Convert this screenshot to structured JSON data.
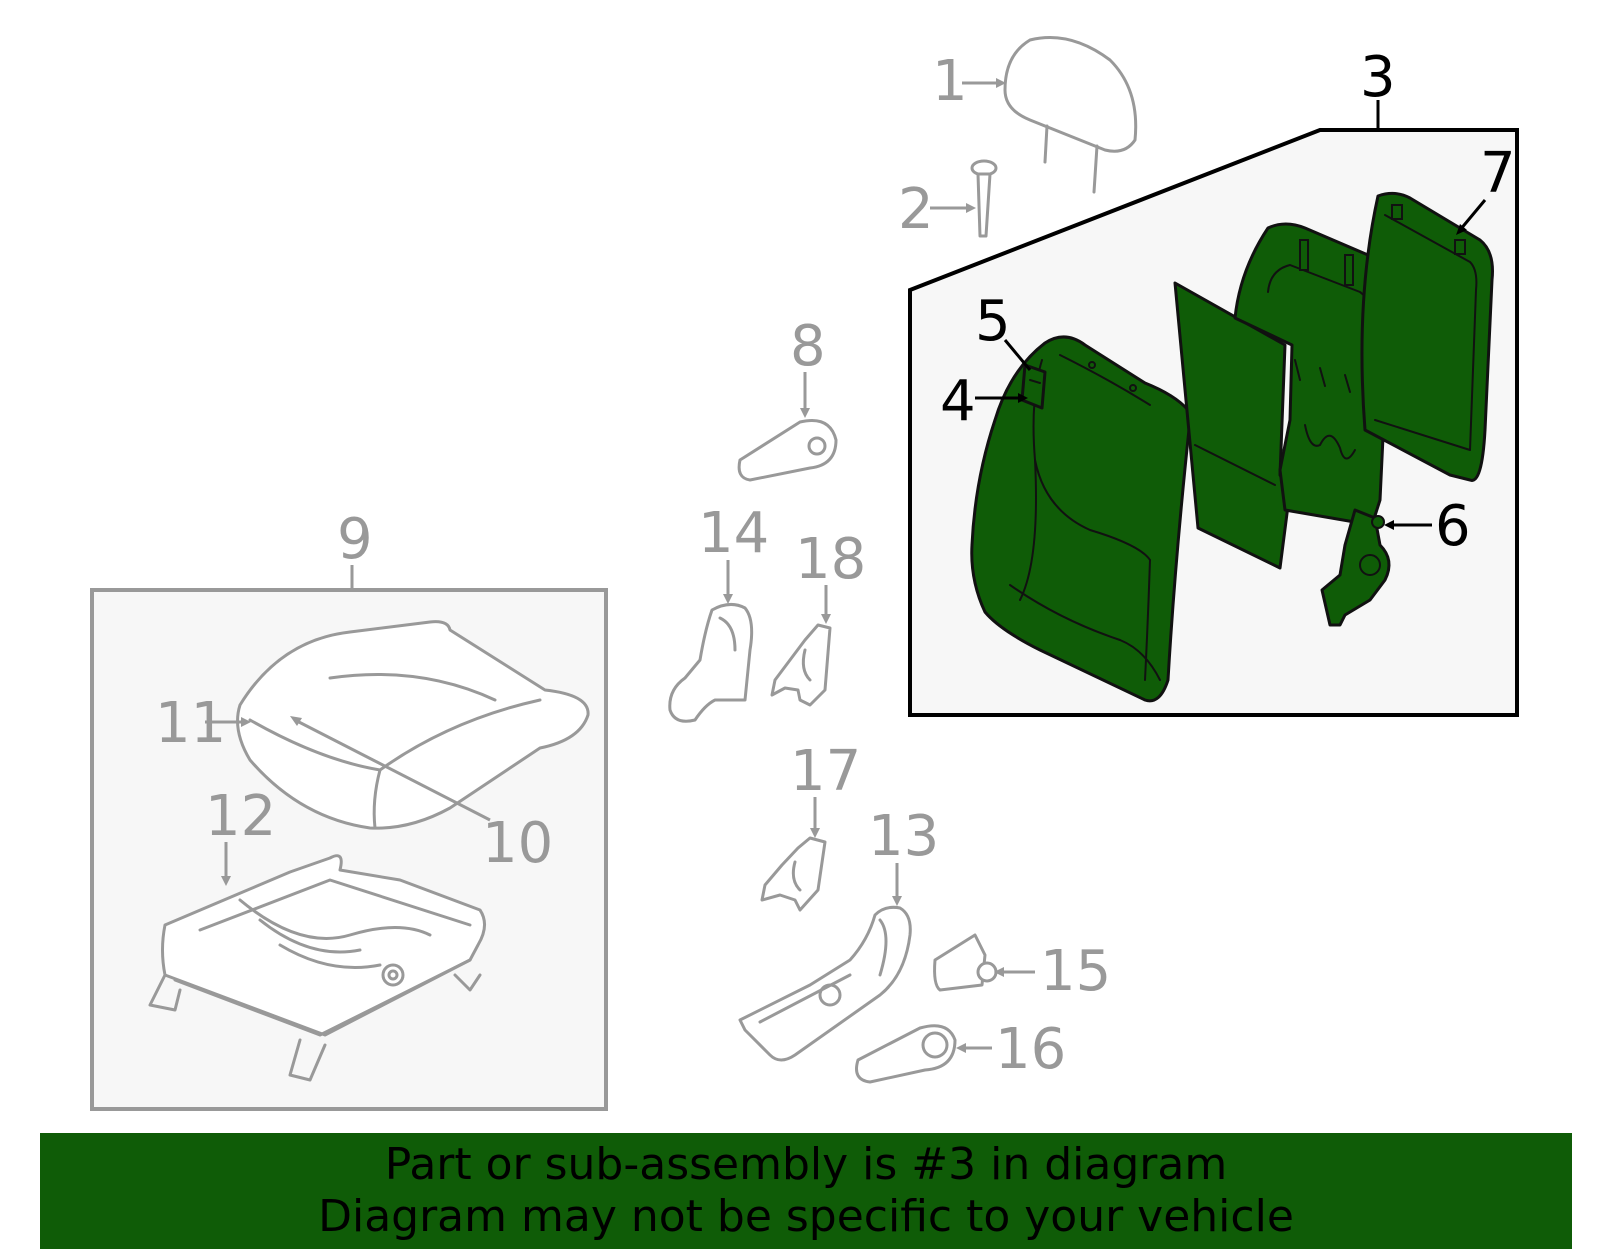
{
  "colors": {
    "highlight": "#0f5c07",
    "line_gray": "#999999",
    "line_black": "#000000",
    "box_fill": "#f7f7f7"
  },
  "callouts": {
    "c1": "1",
    "c2": "2",
    "c3": "3",
    "c4": "4",
    "c5": "5",
    "c6": "6",
    "c7": "7",
    "c8": "8",
    "c9": "9",
    "c10": "10",
    "c11": "11",
    "c12": "12",
    "c13": "13",
    "c14": "14",
    "c15": "15",
    "c16": "16",
    "c17": "17",
    "c18": "18"
  },
  "banner": {
    "line1": "Part or sub-assembly is #3 in diagram",
    "line2": "Diagram may not be specific to your vehicle"
  }
}
